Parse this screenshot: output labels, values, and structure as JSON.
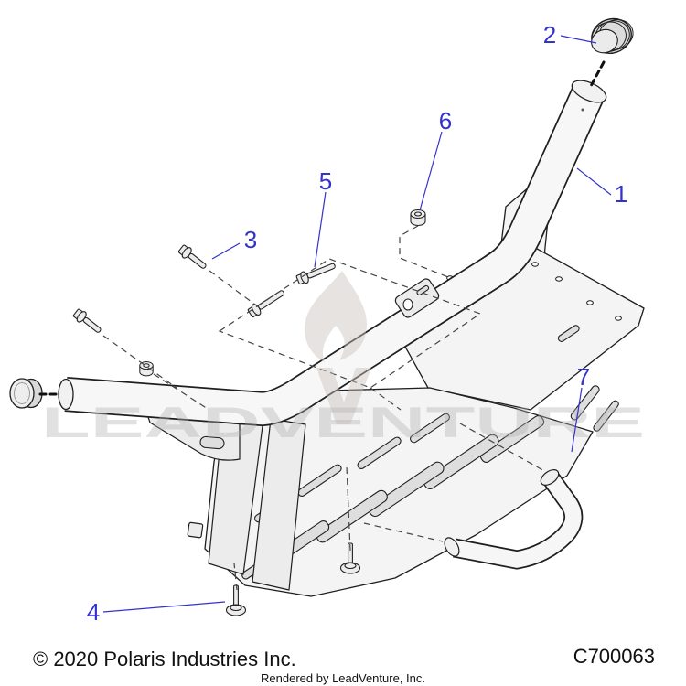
{
  "callouts": [
    {
      "number": "1"
    },
    {
      "number": "2"
    },
    {
      "number": "3"
    },
    {
      "number": "4"
    },
    {
      "number": "5"
    },
    {
      "number": "6"
    },
    {
      "number": "7"
    }
  ],
  "watermark": {
    "text": "LEADVENTURE"
  },
  "footer": {
    "copyright": "© 2020 Polaris Industries Inc.",
    "part_number": "C700063",
    "rendered_by": "Rendered by LeadVenture, Inc."
  },
  "colors": {
    "callout": "#3333cc",
    "linework": "#1f1f1f",
    "watermark": "#cccccc",
    "background": "#ffffff"
  }
}
